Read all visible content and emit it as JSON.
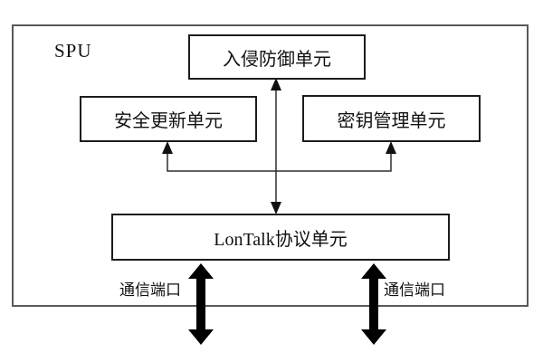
{
  "diagram": {
    "container_label": "SPU",
    "boxes": {
      "intrusion": {
        "label": "入侵防御单元"
      },
      "update": {
        "label": "安全更新单元"
      },
      "key": {
        "label": "密钥管理单元"
      },
      "lontalk": {
        "label": "LonTalk协议单元"
      }
    },
    "port_labels": {
      "left": "通信端口",
      "right": "通信端口"
    },
    "colors": {
      "background": "#ffffff",
      "outer_border": "#595959",
      "box_border": "#1c1c1c",
      "connector_line": "#2e2e2e",
      "thick_arrow": "#000000",
      "text": "#111111"
    }
  }
}
